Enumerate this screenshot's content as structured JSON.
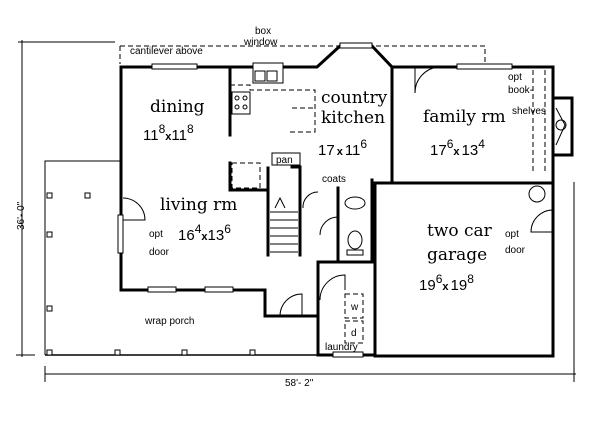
{
  "plan": {
    "overall_width": "58'- 2\"",
    "overall_depth": "36'- 0\"",
    "notes": {
      "cantilever": "cantilever above",
      "box": "box",
      "window": "window",
      "opt_book": "opt",
      "book": "book-",
      "shelves": "shelves"
    },
    "rooms": [
      {
        "name": "dining",
        "w": "11",
        "wsup": "8",
        "d": "11",
        "dsup": "8"
      },
      {
        "name1": "country",
        "name2": "kitchen",
        "w": "17",
        "wsup": "",
        "d": "11",
        "dsup": "6"
      },
      {
        "name": "family rm",
        "w": "17",
        "wsup": "6",
        "d": "13",
        "dsup": "4"
      },
      {
        "name": "living rm",
        "w": "16",
        "wsup": "4",
        "d": "13",
        "dsup": "6"
      },
      {
        "name1": "two car",
        "name2": "garage",
        "w": "19",
        "wsup": "6",
        "d": "19",
        "dsup": "8"
      }
    ],
    "small_labels": {
      "pan": "pan",
      "coats": "coats",
      "opt": "opt",
      "door": "door",
      "wrap_porch": "wrap porch",
      "laundry": "laundry",
      "washer": "w",
      "dryer": "d"
    },
    "times": "x"
  }
}
